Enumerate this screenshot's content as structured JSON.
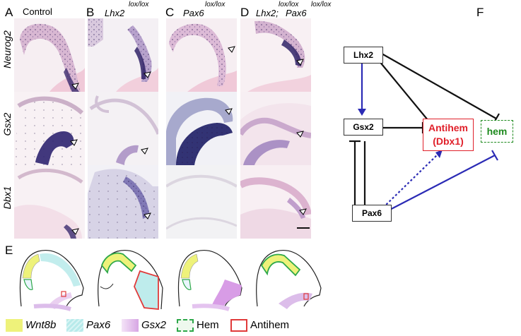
{
  "panel_labels": {
    "a": "A",
    "b": "B",
    "c": "C",
    "d": "D",
    "e": "E",
    "f": "F"
  },
  "column_titles": {
    "a": "Control",
    "b": "Lhx2",
    "b_sup": "lox/lox",
    "c": "Pax6",
    "c_sup": "lox/lox",
    "d_part1": "Lhx2;",
    "d_part1_sup": "lox/lox",
    "d_part2": "Pax6",
    "d_part2_sup": "lox/lox"
  },
  "row_labels": [
    "Neurog2",
    "Gsx2",
    "Dbx1"
  ],
  "network": {
    "nodes": {
      "lhx2": "Lhx2",
      "gsx2": "Gsx2",
      "pax6": "Pax6",
      "antihem_line1": "Antihem",
      "antihem_line2": "(Dbx1)",
      "hem": "hem"
    },
    "colors": {
      "activation": "#2b2bb5",
      "repression": "#111111",
      "antihem": "#e0202a",
      "hem": "#1e8a1e"
    }
  },
  "legend": [
    {
      "label": "Wnt8b",
      "italic": true,
      "color": "#eef27a"
    },
    {
      "label": "Pax6",
      "italic": true,
      "color": "#b7eaea"
    },
    {
      "label": "Gsx2",
      "italic": true,
      "color": "#ead0f0"
    },
    {
      "label": "Hem",
      "italic": false,
      "color": "#2ea84a"
    },
    {
      "label": "Antihem",
      "italic": false,
      "color": "#e03a3a"
    }
  ]
}
